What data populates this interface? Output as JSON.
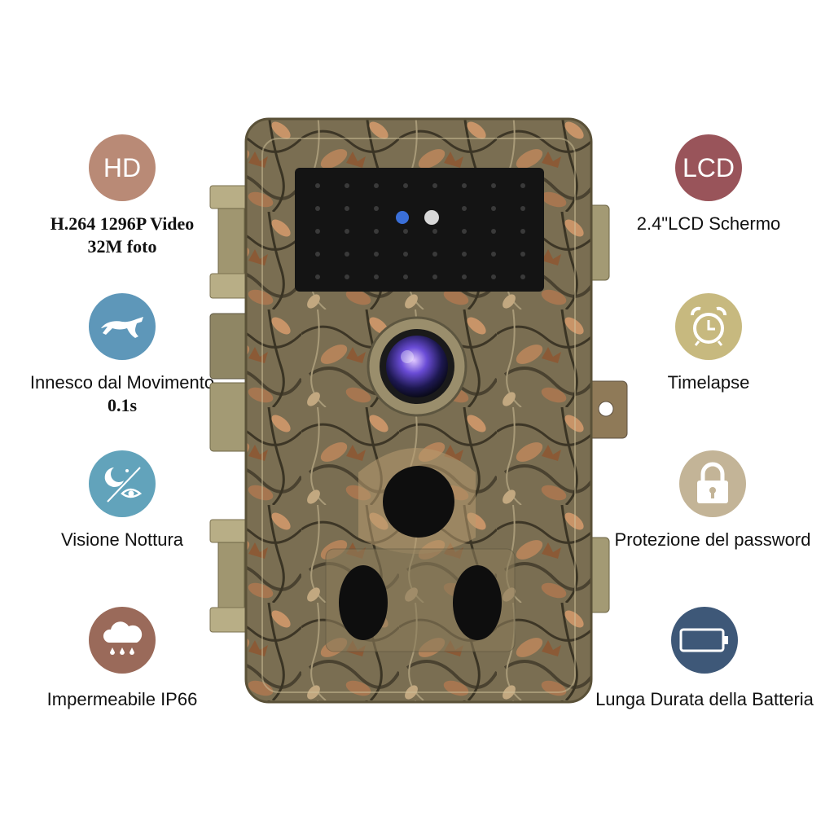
{
  "features_left": [
    {
      "id": "hd",
      "badge": "HD",
      "lines": [
        "H.264 1296P Video",
        "32M foto"
      ]
    },
    {
      "id": "motion",
      "icon": "running-animal-icon",
      "lines": [
        "Innesco dal Movimento",
        "0.1s"
      ]
    },
    {
      "id": "night",
      "icon": "moon-eye-icon",
      "lines": [
        "Visione Nottura"
      ]
    },
    {
      "id": "waterproof",
      "icon": "rain-cloud-icon",
      "lines": [
        "Impermeabile IP66"
      ]
    }
  ],
  "features_right": [
    {
      "id": "lcd",
      "badge": "LCD",
      "lines": [
        "2.4\"LCD Schermo"
      ]
    },
    {
      "id": "timelapse",
      "icon": "alarm-clock-icon",
      "lines": [
        "Timelapse"
      ]
    },
    {
      "id": "password",
      "icon": "padlock-icon",
      "lines": [
        "Protezione del password"
      ]
    },
    {
      "id": "battery",
      "icon": "battery-icon",
      "lines": [
        "Lunga Durata della Batteria"
      ]
    }
  ],
  "colors": {
    "hd": "#b98a76",
    "motion": "#5e97b9",
    "night": "#62a3bb",
    "waterproof": "#9a6a5a",
    "lcd": "#99545a",
    "timelapse": "#c7b97f",
    "password": "#c3b497",
    "battery": "#3e5878"
  }
}
